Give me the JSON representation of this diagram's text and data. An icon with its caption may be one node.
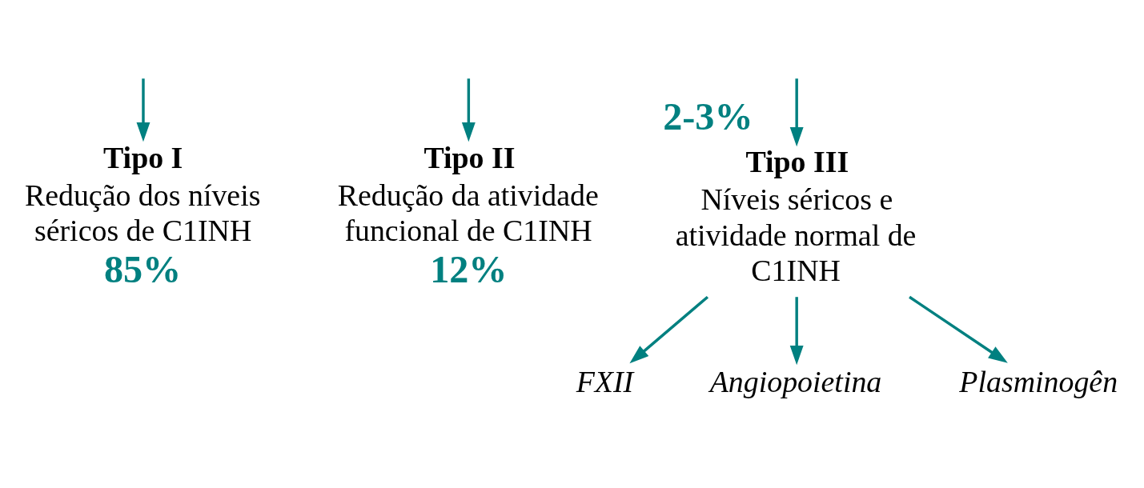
{
  "diagram": {
    "nodes": [
      {
        "text": [
          "Tipo I",
          "Redução dos níveis séricos de C1INH",
          "85%"
        ]
      },
      {
        "text": [
          "Tipo II",
          "Redução da atividade funcional de C1INH",
          "12%"
        ]
      },
      {
        "text": [
          "Tipo III",
          "Níveis séricos e atividade normal de C1INH"
        ],
        "beside": [
          "2-3%"
        ]
      },
      {
        "text": [
          "FXII"
        ]
      },
      {
        "text": [
          "Angiopoietina"
        ]
      },
      {
        "text": [
          "Plasminogên"
        ]
      }
    ],
    "edges": [
      {
        "from": null,
        "to": 0,
        "arrow": "to"
      },
      {
        "from": null,
        "to": 1,
        "arrow": "to"
      },
      {
        "from": null,
        "to": 2,
        "arrow": "to"
      },
      {
        "from": 2,
        "to": 3,
        "arrow": "to"
      },
      {
        "from": 2,
        "to": 4,
        "arrow": "to"
      },
      {
        "from": 2,
        "to": 5,
        "arrow": "to"
      }
    ]
  }
}
